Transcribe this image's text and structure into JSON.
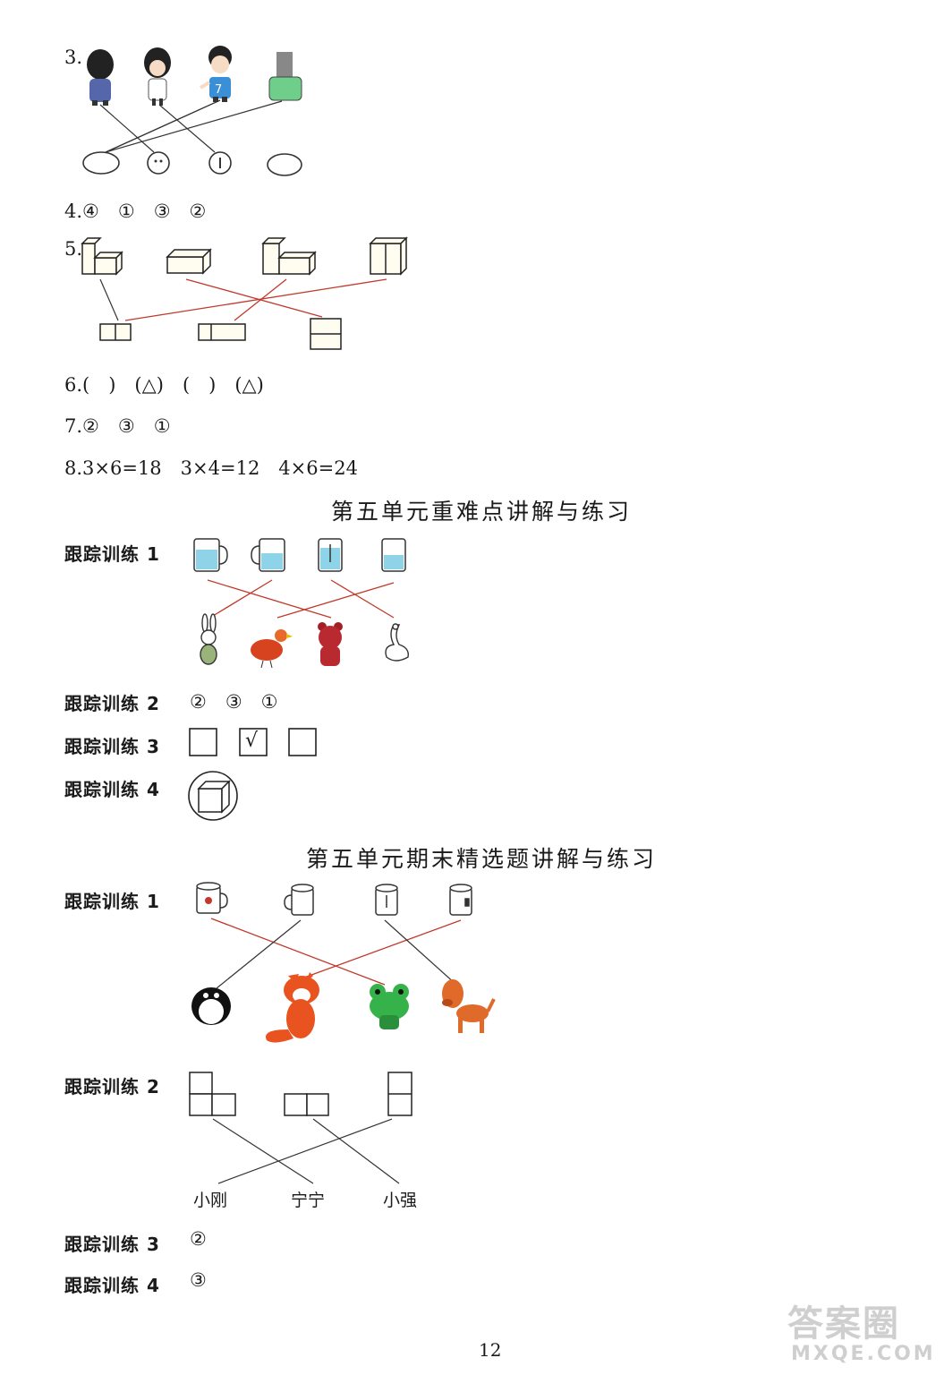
{
  "q3": {
    "number": "3."
  },
  "q4": {
    "text": "4.④　①　③　②"
  },
  "q5": {
    "number": "5."
  },
  "q6": {
    "text": "6.(　)　(△)　(　)　(△)"
  },
  "q7": {
    "text": "7.②　③　①"
  },
  "q8": {
    "text": "8.3×6=18　3×4=12　4×6=24"
  },
  "section1": {
    "title": "第五单元重难点讲解与练习",
    "t1_label": "跟踪训练 1",
    "t2_label": "跟踪训练 2",
    "t2_answer": "②　③　①",
    "t3_label": "跟踪训练 3",
    "t3_check": "√",
    "t4_label": "跟踪训练 4"
  },
  "section2": {
    "title": "第五单元期末精选题讲解与练习",
    "t1_label": "跟踪训练 1",
    "t2_label": "跟踪训练 2",
    "names": [
      "小刚",
      "宁宁",
      "小强"
    ],
    "t3_label": "跟踪训练 3",
    "t3_answer": "②",
    "t4_label": "跟踪训练 4",
    "t4_answer": "③"
  },
  "page_number": "12",
  "watermark": {
    "top": "答案圈",
    "bottom": "MXQE.COM"
  },
  "colors": {
    "line": "#c0392b",
    "ink": "#1a1a1a",
    "cup": "#8fd3e8",
    "fox": "#e8531f",
    "frog": "#35b34a",
    "dog": "#e06a2a"
  }
}
